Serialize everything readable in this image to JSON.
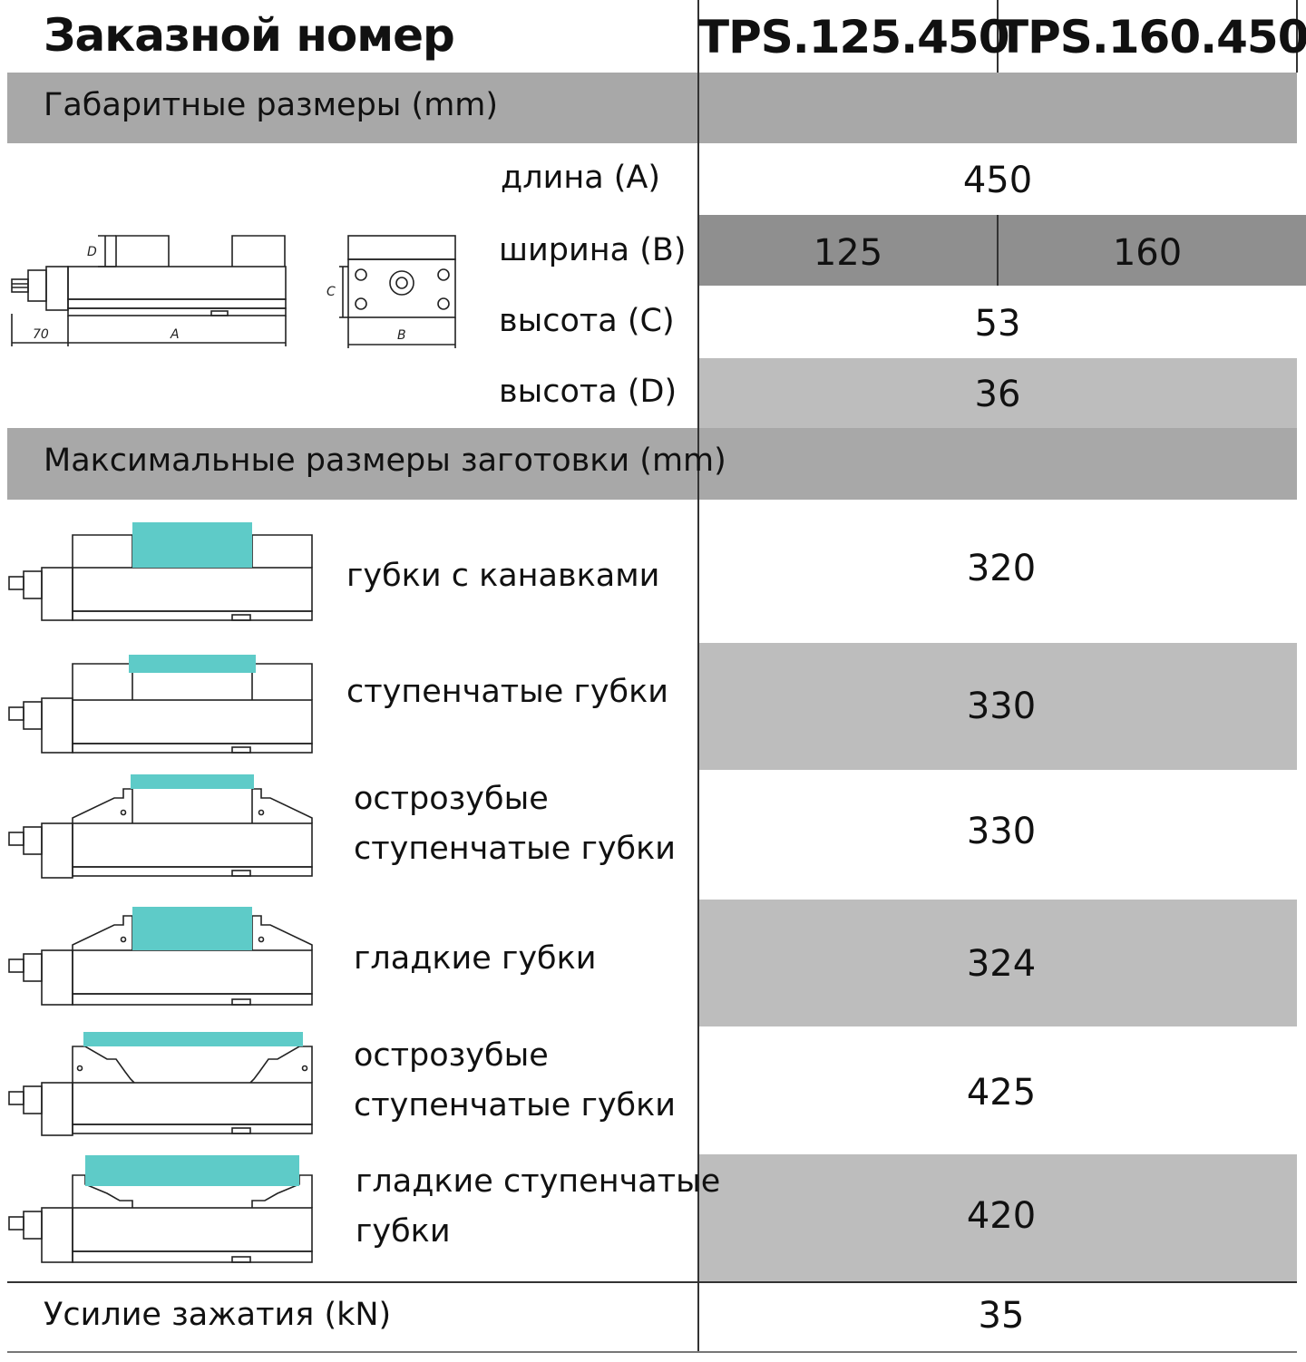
{
  "header": {
    "title": "Заказной номер",
    "models": [
      "TPS.125.450",
      "TPS.160.450"
    ]
  },
  "sections": {
    "overall": {
      "title": "Габаритные размеры (mm)",
      "rows": [
        {
          "label": "длина (A)",
          "value": "450"
        },
        {
          "label": "ширина (B)",
          "value_125": "125",
          "value_160": "160"
        },
        {
          "label": "высота (C)",
          "value": "53"
        },
        {
          "label": "высота (D)",
          "value": "36"
        }
      ],
      "drawing_labels": {
        "d": "D",
        "seventy": "70",
        "a": "A",
        "c": "C",
        "b": "B"
      }
    },
    "workpiece": {
      "title": "Максимальные размеры заготовки (mm)",
      "rows": [
        {
          "label_line1": "губки с канавками",
          "label_line2": "",
          "value": "320"
        },
        {
          "label_line1": "ступенчатые губки",
          "label_line2": "",
          "value": "330"
        },
        {
          "label_line1": "острозубые",
          "label_line2": "ступенчатые губки",
          "value": "330"
        },
        {
          "label_line1": "гладкие губки",
          "label_line2": "",
          "value": "324"
        },
        {
          "label_line1": "острозубые",
          "label_line2": "ступенчатые губки",
          "value": "425"
        },
        {
          "label_line1": "гладкие ступенчатые",
          "label_line2": "губки",
          "value": "420"
        }
      ]
    },
    "force": {
      "label": "Усилие зажатия (kN)",
      "value": "35"
    }
  },
  "colors": {
    "jaw_accent": "#5ecbc8",
    "band_dark": "#8f8f8f",
    "band_mid": "#a8a8a8",
    "band_light": "#bdbdbd"
  }
}
